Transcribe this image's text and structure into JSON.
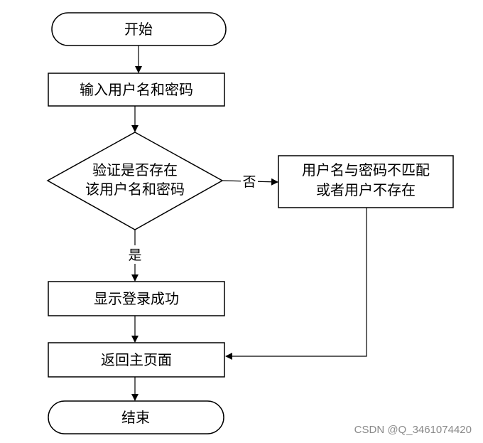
{
  "nodes": {
    "start": "开始",
    "input": "输入用户名和密码",
    "verify_line1": "验证是否存在",
    "verify_line2": "该用户名和密码",
    "mismatch_line1": "用户名与密码不匹配",
    "mismatch_line2": "或者用户不存在",
    "success": "显示登录成功",
    "home": "返回主页面",
    "end": "结束"
  },
  "edges": {
    "no_label": "否",
    "yes_label": "是"
  },
  "watermark": "CSDN @Q_3461074420"
}
